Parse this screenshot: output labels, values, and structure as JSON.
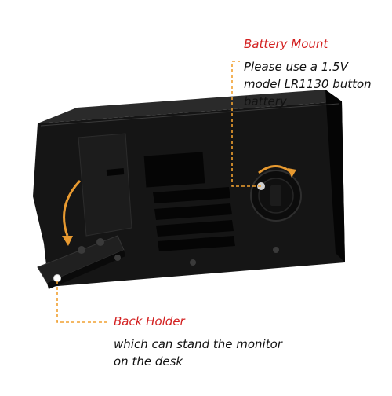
{
  "colors": {
    "accent_title": "#d32020",
    "callout_line": "#f0a030",
    "device_body": "#121212",
    "arrow": "#e89a30"
  },
  "battery_mount": {
    "title": "Battery Mount",
    "desc_lines": [
      "Please use a 1.5V",
      "model LR1130 button",
      "battery"
    ]
  },
  "back_holder": {
    "title": "Back Holder",
    "desc_lines": [
      "which can stand the monitor",
      "on the desk"
    ]
  }
}
